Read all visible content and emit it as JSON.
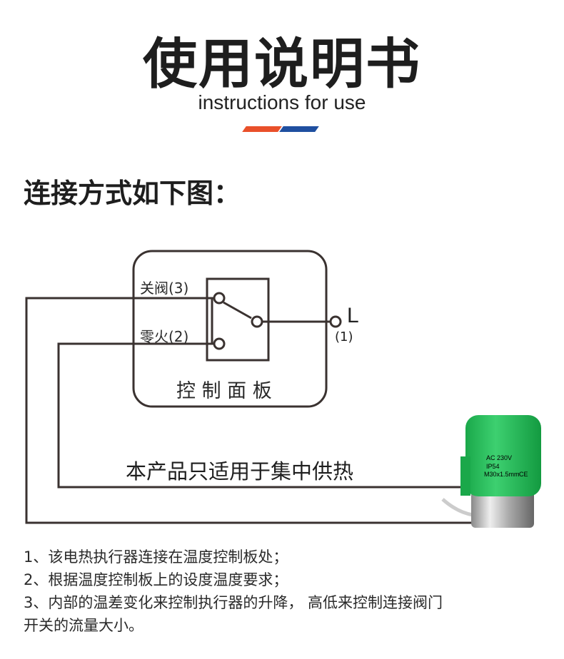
{
  "title": "使用说明书",
  "subtitle": "instructions for use",
  "accent_colors": {
    "red": "#e9502a",
    "blue": "#1f4fa0"
  },
  "heading": "连接方式如下图：",
  "diagram": {
    "terminal_close": "关阀(3)",
    "terminal_neutral": "零火(2)",
    "terminal_live_letter": "L",
    "terminal_live_number": "(1)",
    "panel_label": "控 制 面 板",
    "note": "本产品只适用于集中供热",
    "actuator": {
      "voltage": "AC 230V",
      "rating": "IP54",
      "thread": "M30x1.5mm",
      "mark": "CE"
    }
  },
  "notes": [
    "1、该电热执行器连接在温度控制板处；",
    "2、根据温度控制板上的设度温度要求；",
    "3、内部的温差变化来控制执行器的升降， 高低来控制连接阀门",
    "开关的流量大小。"
  ]
}
